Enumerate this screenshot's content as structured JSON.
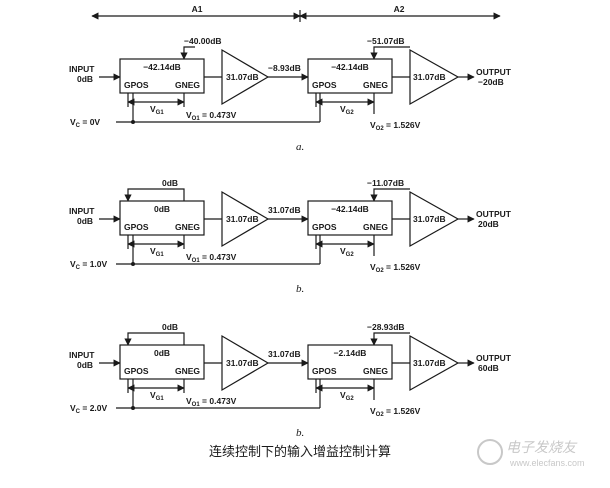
{
  "header": {
    "a1": "A1",
    "a2": "A2"
  },
  "panels": [
    {
      "caption": "a.",
      "input_line1": "INPUT",
      "input_line2": "0dB",
      "vc_prefix": "V",
      "vc_sub": "C",
      "vc_value": " = 0V",
      "loop1_value": "",
      "stage1_atten": "−42.14dB",
      "gpos": "GPOS",
      "gneg": "GNEG",
      "vg1": "V",
      "vg1_sub": "G1",
      "vo1": "V",
      "vo1_sub": "O1",
      "vo1_value": " = 0.473V",
      "amp1_gain": "31.07dB",
      "amp1_top": "−40.00dB",
      "mid_level": "−8.93dB",
      "stage2_atten": "−42.14dB",
      "vg2": "V",
      "vg2_sub": "G2",
      "vo2": "V",
      "vo2_sub": "O2",
      "vo2_value": " = 1.526V",
      "amp2_top": "−51.07dB",
      "amp2_gain": "31.07dB",
      "output_line1": "OUTPUT",
      "output_line2": "−20dB"
    },
    {
      "caption": "b.",
      "input_line1": "INPUT",
      "input_line2": "0dB",
      "vc_prefix": "V",
      "vc_sub": "C",
      "vc_value": " = 1.0V",
      "loop1_value": "0dB",
      "stage1_atten": "0dB",
      "gpos": "GPOS",
      "gneg": "GNEG",
      "vg1": "V",
      "vg1_sub": "G1",
      "vo1": "V",
      "vo1_sub": "O1",
      "vo1_value": " = 0.473V",
      "amp1_gain": "31.07dB",
      "amp1_top": "",
      "mid_level": "31.07dB",
      "stage2_atten": "−42.14dB",
      "vg2": "V",
      "vg2_sub": "G2",
      "vo2": "V",
      "vo2_sub": "O2",
      "vo2_value": " = 1.526V",
      "amp2_top": "−11.07dB",
      "amp2_gain": "31.07dB",
      "output_line1": "OUTPUT",
      "output_line2": "20dB"
    },
    {
      "caption": "b.",
      "input_line1": "INPUT",
      "input_line2": "0dB",
      "vc_prefix": "V",
      "vc_sub": "C",
      "vc_value": " = 2.0V",
      "loop1_value": "0dB",
      "stage1_atten": "0dB",
      "gpos": "GPOS",
      "gneg": "GNEG",
      "vg1": "V",
      "vg1_sub": "G1",
      "vo1": "V",
      "vo1_sub": "O1",
      "vo1_value": " = 0.473V",
      "amp1_gain": "31.07dB",
      "amp1_top": "",
      "mid_level": "31.07dB",
      "stage2_atten": "−2.14dB",
      "vg2": "V",
      "vg2_sub": "G2",
      "vo2": "V",
      "vo2_sub": "O2",
      "vo2_value": " = 1.526V",
      "amp2_top": "−28.93dB",
      "amp2_gain": "31.07dB",
      "output_line1": "OUTPUT",
      "output_line2": "60dB"
    }
  ],
  "figure_title": "连续控制下的输入增益控制计算",
  "watermark": {
    "text": "电子发烧友",
    "url": "www.elecfans.com"
  },
  "colors": {
    "ink": "#1a1a1a",
    "watermark": "#c8c8c8"
  }
}
